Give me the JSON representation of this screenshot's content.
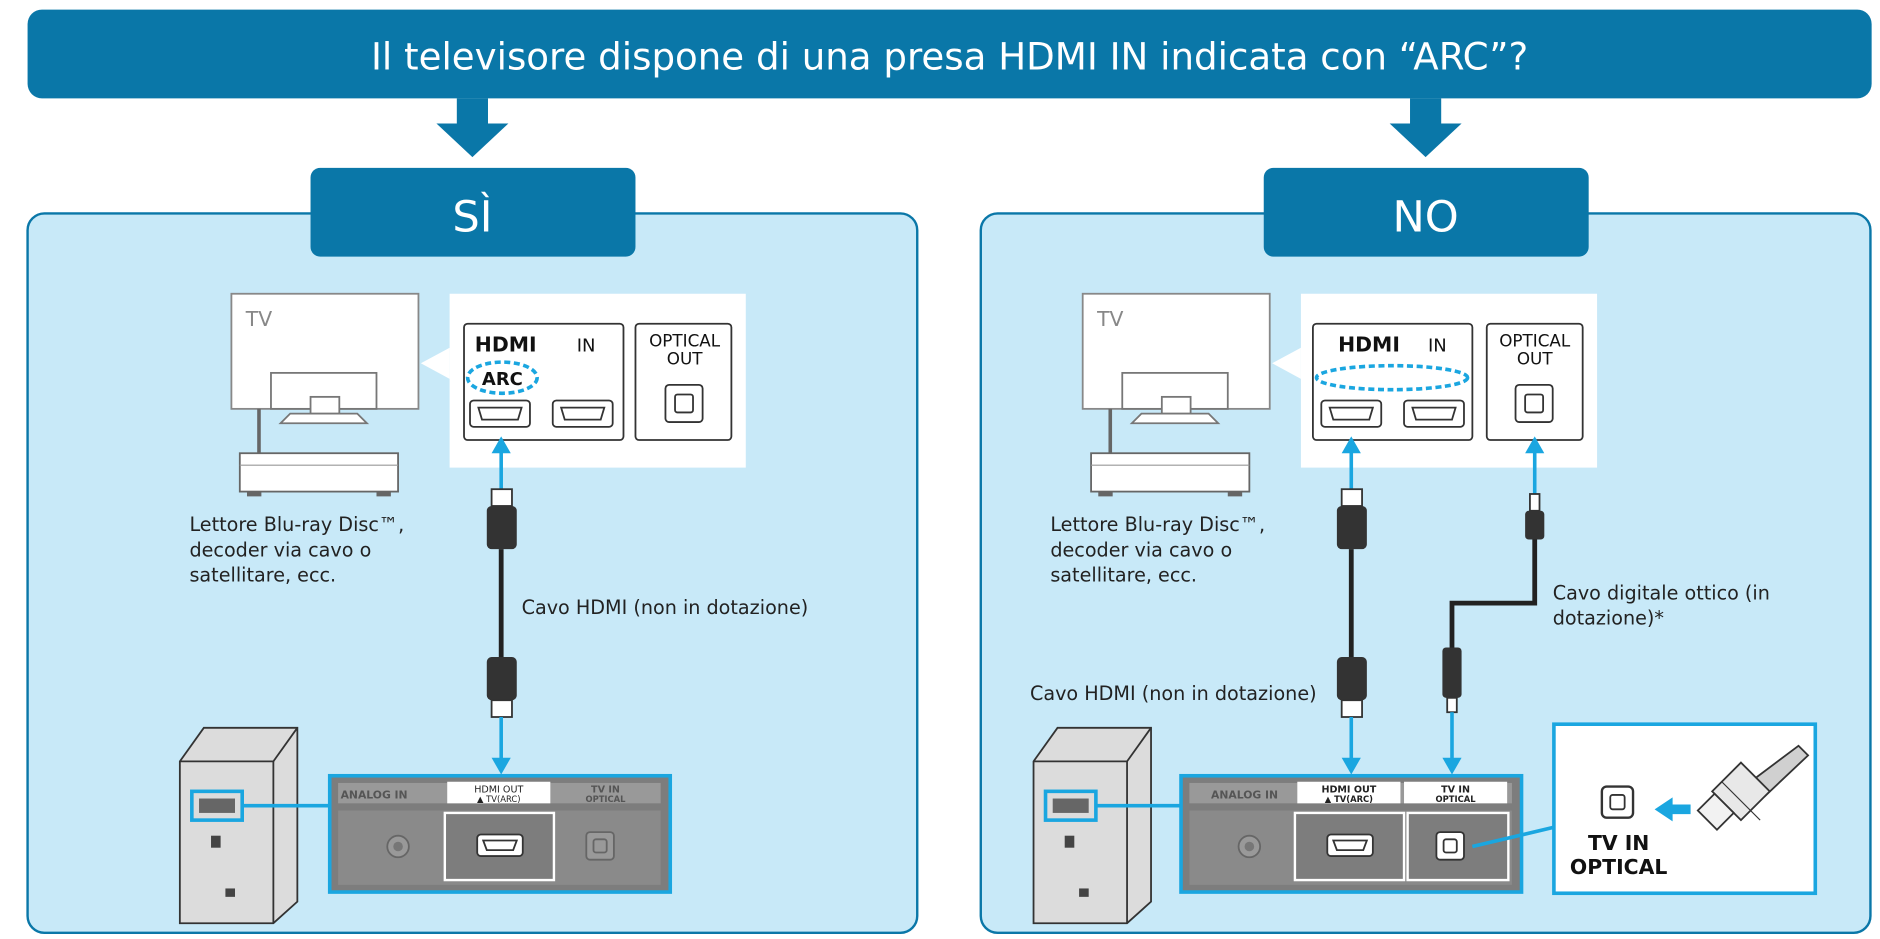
{
  "header": {
    "question": "Il televisore dispone di una presa HDMI IN indicata con “ARC”?"
  },
  "panels": {
    "yes": {
      "title": "SÌ",
      "tv_label": "TV",
      "hdmi_logo": "HDMI",
      "hdmi_in": "IN",
      "arc_label": "ARC",
      "optical_out_1": "OPTICAL",
      "optical_out_2": "OUT",
      "player_line1": "Lettore Blu-ray Disc™,",
      "player_line2": "decoder via cavo o",
      "player_line3": "satellitare, ecc.",
      "hdmi_cable": "Cavo HDMI (non in dotazione)",
      "analog_in": "ANALOG IN",
      "hdmi_out_1": "HDMI OUT",
      "hdmi_out_2": "▲ TV(ARC)",
      "tv_in_1": "TV IN",
      "tv_in_2": "OPTICAL"
    },
    "no": {
      "title": "NO",
      "tv_label": "TV",
      "hdmi_logo": "HDMI",
      "hdmi_in": "IN",
      "optical_out_1": "OPTICAL",
      "optical_out_2": "OUT",
      "player_line1": "Lettore Blu-ray Disc™,",
      "player_line2": "decoder via cavo o",
      "player_line3": "satellitare, ecc.",
      "optical_cable_1": "Cavo digitale ottico (in",
      "optical_cable_2": "dotazione)*",
      "hdmi_cable": "Cavo HDMI (non in dotazione)",
      "analog_in": "ANALOG IN",
      "hdmi_out_1": "HDMI OUT",
      "hdmi_out_2": "▲ TV(ARC)",
      "tv_in_1": "TV IN",
      "tv_in_2": "OPTICAL",
      "zoom_1": "TV IN",
      "zoom_2": "OPTICAL"
    }
  },
  "colors": {
    "brand": "#0a77a8",
    "panel": "#c8e9f8",
    "accent": "#1aa6e0"
  }
}
